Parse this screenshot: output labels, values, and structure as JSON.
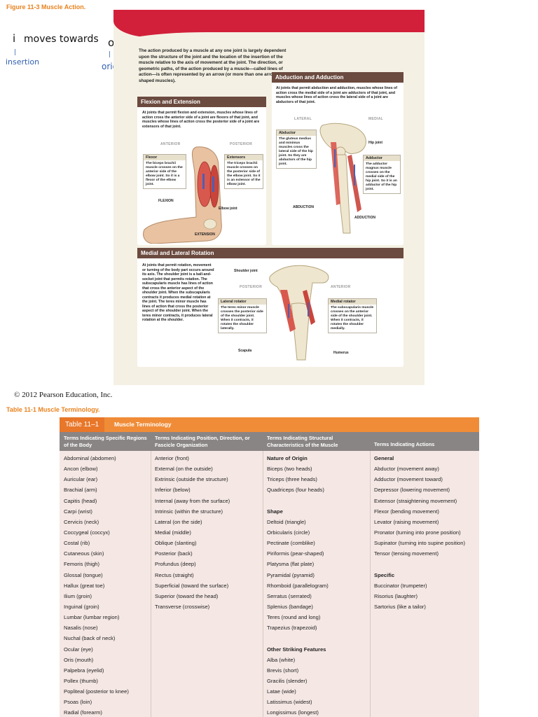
{
  "figure_title": "Figure 11-3 Muscle Action.",
  "handwriting": {
    "i_letter": "i",
    "moves_towards": "moves towards",
    "o_letter": "o",
    "insertion": "insertion",
    "origin": "origin"
  },
  "figure": {
    "intro": "The action produced by a muscle at any one joint is largely dependent upon the structure of the joint and the location of the insertion of the muscle relative to the axis of movement at the joint. The direction, or geometric paths, of the action produced by a muscle—called lines of action—is often represented by an arrow (or more than one arrow in fan-shaped muscles).",
    "flexion": {
      "header": "Flexion and Extension",
      "text": "At joints that permit flexion and extension, muscles whose lines of action cross the anterior side of a joint are flexors of that joint, and muscles whose lines of action cross the posterior side of a joint are extensors of that joint.",
      "anterior": "ANTERIOR",
      "posterior": "POSTERIOR",
      "flexor_title": "Flexor",
      "flexor_text": "The biceps brachii muscle crosses on the anterior side of the elbow joint. So it is a flexor of the elbow joint.",
      "extensor_title": "Extensors",
      "extensor_text": "The triceps brachii muscle crosses on the posterior side of the elbow joint. So it is an extensor of the elbow joint.",
      "flexion_label": "FLEXION",
      "elbow_label": "Elbow joint",
      "extension_label": "EXTENSION"
    },
    "abduction": {
      "header": "Abduction and Adduction",
      "text": "At joints that permit abduction and adduction, muscles whose lines of action cross the medial side of a joint are adductors of that joint, and muscles whose lines of action cross the lateral side of a joint are abductors of that joint.",
      "lateral": "LATERAL",
      "medial": "MEDIAL",
      "abductor_title": "Abductor",
      "abductor_text": "The gluteus medius and minimus muscles cross the lateral side of the hip joint. So they are abductors of the hip joint.",
      "hip_label": "Hip joint",
      "adductor_title": "Adductor",
      "adductor_text": "The adductor magnus muscle crosses on the medial side of the hip joint. So it is an adductor of the hip joint.",
      "abduction_label": "ABDUCTION",
      "adduction_label": "ADDUCTION"
    },
    "rotation": {
      "header": "Medial and Lateral Rotation",
      "text": "At joints that permit rotation, movement or turning of the body part occurs around its axis. The shoulder joint is a ball-and-socket joint that permits rotation. The subscapularis muscle has lines of action that cross the anterior aspect of the shoulder joint. When the subscapularis contracts it produces medial rotation at the joint. The teres minor muscle has lines of action that cross the posterior aspect of the shoulder joint. When the teres minor contracts, it produces lateral rotation at the shoulder.",
      "shoulder_label": "Shoulder joint",
      "posterior": "POSTERIOR",
      "anterior": "ANTERIOR",
      "lateral_title": "Lateral rotator",
      "lateral_text": "The teres minor muscle crosses the posterior side of the shoulder joint. When it contracts, it rotates the shoulder laterally.",
      "medial_title": "Medial rotator",
      "medial_text": "The subscapularis muscle crosses on the anterior side of the shoulder joint. When it contracts, it rotates the shoulder medially.",
      "scapula_label": "Scapula",
      "humerus_label": "Humerus"
    }
  },
  "copyright": "© 2012 Pearson Education, Inc.",
  "table_title": "Table 11-1 Muscle Terminology.",
  "table": {
    "id": "Table 11–1",
    "name": "Muscle Terminology",
    "headers": [
      "Terms Indicating Specific Regions of the Body",
      "Terms Indicating Position, Direction, or Fascicle Organization",
      "Terms Indicating Structural Characteristics of the Muscle",
      "Terms Indicating Actions"
    ],
    "col1": [
      "Abdominal (abdomen)",
      "Ancon (elbow)",
      "Auricular (ear)",
      "Brachial (arm)",
      "Capitis (head)",
      "Carpi (wrist)",
      "Cervicis (neck)",
      "Coccygeal (coccyx)",
      "Costal (rib)",
      "Cutaneous (skin)",
      "Femoris (thigh)",
      "Glossal (tongue)",
      "Hallux (great toe)",
      "Ilium (groin)",
      "Inguinal (groin)",
      "Lumbar (lumbar region)",
      "Nasalis (nose)",
      "Nuchal (back of neck)",
      "Ocular (eye)",
      "Oris (mouth)",
      "Palpebra (eyelid)",
      "Pollex (thumb)",
      "Popliteal (posterior to knee)",
      "Psoas (loin)",
      "Radial (forearm)"
    ],
    "col2": [
      "Anterior (front)",
      "External (on the outside)",
      "Extrinsic (outside the structure)",
      "Inferior (below)",
      "Internal (away from the surface)",
      "Intrinsic (within the structure)",
      "Lateral (on the side)",
      "Medial (middle)",
      "Oblique (slanting)",
      "Posterior (back)",
      "Profundus (deep)",
      "Rectus (straight)",
      "Superficial (toward the surface)",
      "Superior (toward the head)",
      "Transverse (crosswise)"
    ],
    "col3": [
      {
        "t": "Nature of Origin",
        "h": true
      },
      {
        "t": "Biceps (two heads)"
      },
      {
        "t": "Triceps (three heads)"
      },
      {
        "t": "Quadriceps (four heads)"
      },
      {
        "t": ""
      },
      {
        "t": "Shape",
        "h": true
      },
      {
        "t": "Deltoid (triangle)"
      },
      {
        "t": "Orbicularis (circle)"
      },
      {
        "t": "Pectinate (comblike)"
      },
      {
        "t": "Piriformis (pear-shaped)"
      },
      {
        "t": "Platysma (flat plate)"
      },
      {
        "t": "Pyramidal (pyramid)"
      },
      {
        "t": "Rhomboid (parallelogram)"
      },
      {
        "t": "Serratus (serrated)"
      },
      {
        "t": "Splenius (bandage)"
      },
      {
        "t": "Teres (round and long)"
      },
      {
        "t": "Trapezius (trapezoid)"
      },
      {
        "t": ""
      },
      {
        "t": "Other Striking Features",
        "h": true
      },
      {
        "t": "Alba (white)"
      },
      {
        "t": "Brevis (short)"
      },
      {
        "t": "Gracilis (slender)"
      },
      {
        "t": "Latae (wide)"
      },
      {
        "t": "Latissimus (widest)"
      },
      {
        "t": "Longissimus (longest)"
      }
    ],
    "col4": [
      {
        "t": "General",
        "h": true
      },
      {
        "t": "Abductor (movement away)"
      },
      {
        "t": "Adductor (movement toward)"
      },
      {
        "t": "Depressor (lowering movement)"
      },
      {
        "t": "Extensor (straightening movement)"
      },
      {
        "t": "Flexor (bending movement)"
      },
      {
        "t": "Levator (raising movement)"
      },
      {
        "t": "Pronator (turning into prone position)"
      },
      {
        "t": "Supinator (turning into supine position)"
      },
      {
        "t": "Tensor (tensing movement)"
      },
      {
        "t": ""
      },
      {
        "t": "Specific",
        "h": true
      },
      {
        "t": "Buccinator (trumpeter)"
      },
      {
        "t": "Risorius (laughter)"
      },
      {
        "t": "Sartorius (like a tailor)"
      }
    ]
  }
}
